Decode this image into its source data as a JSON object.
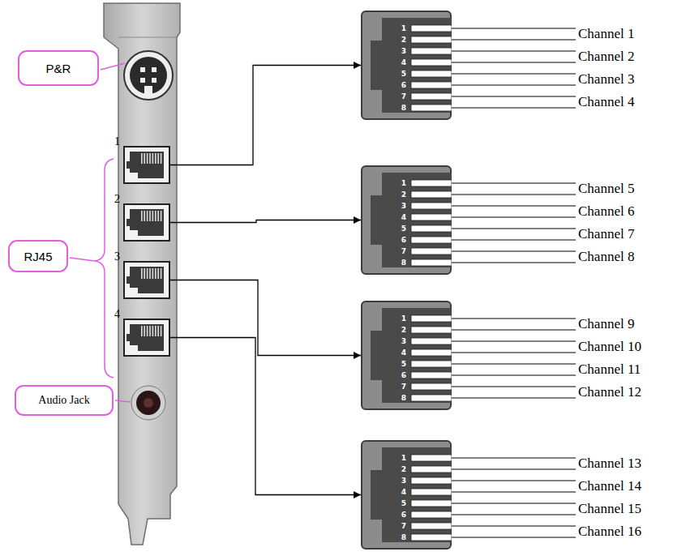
{
  "diagram": {
    "nodes": [
      {
        "text": [
          "P&R"
        ]
      },
      {
        "text": [
          "1"
        ]
      },
      {
        "text": [
          "2"
        ]
      },
      {
        "text": [
          "3"
        ]
      },
      {
        "text": [
          "4"
        ]
      },
      {
        "text": [
          "RJ45"
        ]
      },
      {
        "text": [
          "Audio Jack"
        ]
      },
      {
        "text": [
          "1",
          "2",
          "3",
          "4",
          "5",
          "6",
          "7",
          "8"
        ]
      },
      {
        "text": [
          "1",
          "2",
          "3",
          "4",
          "5",
          "6",
          "7",
          "8"
        ]
      },
      {
        "text": [
          "1",
          "2",
          "3",
          "4",
          "5",
          "6",
          "7",
          "8"
        ]
      },
      {
        "text": [
          "1",
          "2",
          "3",
          "4",
          "5",
          "6",
          "7",
          "8"
        ]
      }
    ],
    "edges": [
      {
        "from": 1,
        "to": 7,
        "arrow": "to"
      },
      {
        "from": 2,
        "to": 8,
        "arrow": "to"
      },
      {
        "from": 3,
        "to": 9,
        "arrow": "to"
      },
      {
        "from": 4,
        "to": 10,
        "arrow": "to"
      }
    ],
    "labels": [
      "Channel 1",
      "Channel 2",
      "Channel 3",
      "Channel 4",
      "Channel 5",
      "Channel 6",
      "Channel 7",
      "Channel 8",
      "Channel 9",
      "Channel 10",
      "Channel 11",
      "Channel 12",
      "Channel 13",
      "Channel 14",
      "Channel 15",
      "Channel 16"
    ]
  }
}
